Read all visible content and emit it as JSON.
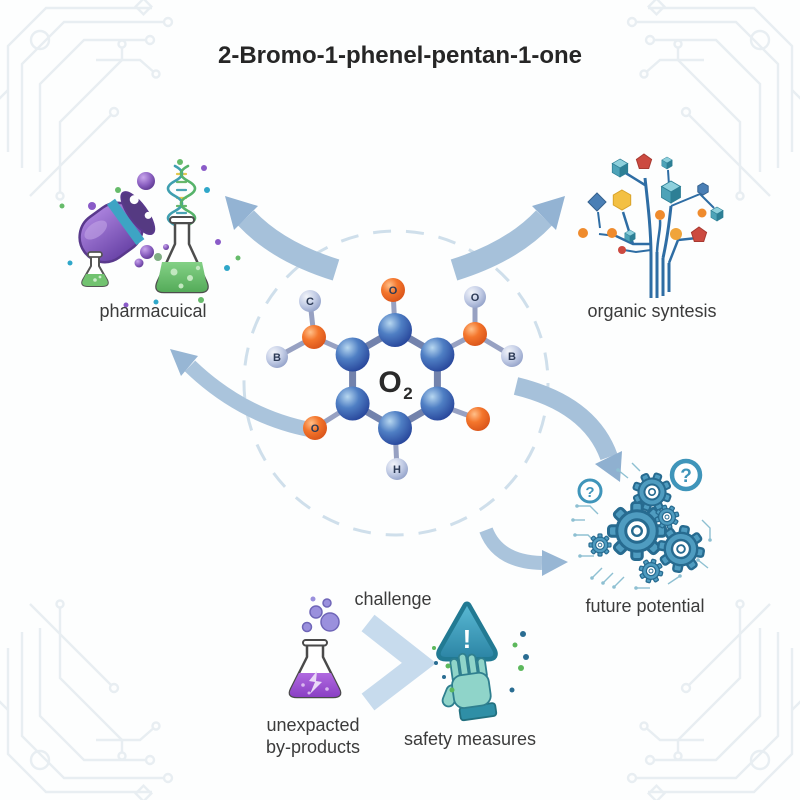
{
  "title": "2-Bromo-1-phenel-pentan-1-one",
  "molecule": {
    "center_label": "O",
    "center_sub": "2",
    "atoms": {
      "top_oxygen": "O",
      "upper_left_carbon": "C",
      "left_boron": "B",
      "upper_right_oxygen": "O",
      "right_boron": "B",
      "lower_left_oxygen": "O",
      "bottom_hydrogen": "H"
    }
  },
  "sections": {
    "pharmaceutical": {
      "label": "pharmacuical",
      "icon": "capsule-flask-dna"
    },
    "organic_synthesis": {
      "label": "organic syntesis",
      "icon": "molecule-tree"
    },
    "future_potential": {
      "label": "future potential",
      "icon": "gears-circuit",
      "qmark": "?"
    },
    "challenge": {
      "label": "challenge",
      "icon": "chevron-right"
    },
    "by_products": {
      "line1": "unexpacted",
      "line2": "by-products",
      "icon": "cracked-flask"
    },
    "safety": {
      "label": "safety measures",
      "alert": "!",
      "icon": "warning-triangle-glove"
    }
  },
  "colors": {
    "arrow": "#a6c1da",
    "arrow_head": "#93b3d3",
    "dashed_ring": "#cfdfeb",
    "atom_blue": "#3c67b0",
    "atom_orange": "#f4762c",
    "atom_light": "#c3cde6",
    "capsule_purple": "#8a5fc0",
    "liquid_green": "#69be6d",
    "liquid_violet": "#9a4fd0",
    "gear_teal": "#4f9cc0",
    "glove_teal": "#8fd4c9",
    "circuit_faint": "#e8eef2"
  }
}
